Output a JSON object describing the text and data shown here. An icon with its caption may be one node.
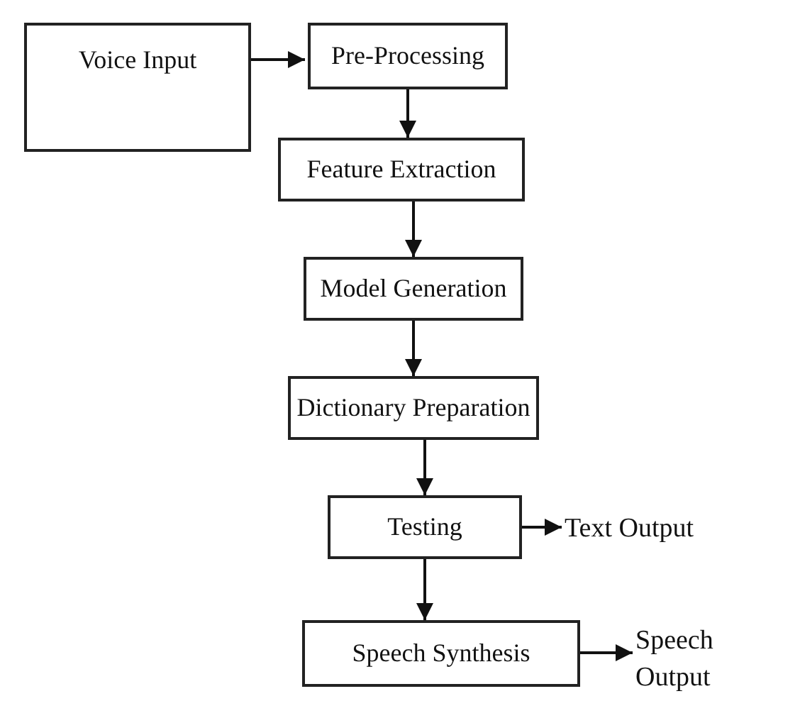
{
  "diagram": {
    "nodes": [
      {
        "text": [
          "Voice Input"
        ]
      },
      {
        "text": [
          "Pre-Processing"
        ]
      },
      {
        "text": [
          "Feature Extraction"
        ]
      },
      {
        "text": [
          "Model Generation"
        ]
      },
      {
        "text": [
          "Dictionary Preparation"
        ]
      },
      {
        "text": [
          "Testing"
        ]
      },
      {
        "text": [
          "Text Output"
        ]
      },
      {
        "text": [
          "Speech Synthesis"
        ]
      },
      {
        "text": [
          "Speech Output"
        ]
      }
    ],
    "edges": [
      {
        "from": 0,
        "to": 1,
        "arrow": "to"
      },
      {
        "from": 1,
        "to": 2,
        "arrow": "to"
      },
      {
        "from": 2,
        "to": 3,
        "arrow": "to"
      },
      {
        "from": 3,
        "to": 4,
        "arrow": "to"
      },
      {
        "from": 4,
        "to": 5,
        "arrow": "to"
      },
      {
        "from": 5,
        "to": 6,
        "arrow": "to"
      },
      {
        "from": 5,
        "to": 7,
        "arrow": "to"
      },
      {
        "from": 7,
        "to": 8,
        "arrow": "to"
      }
    ]
  }
}
